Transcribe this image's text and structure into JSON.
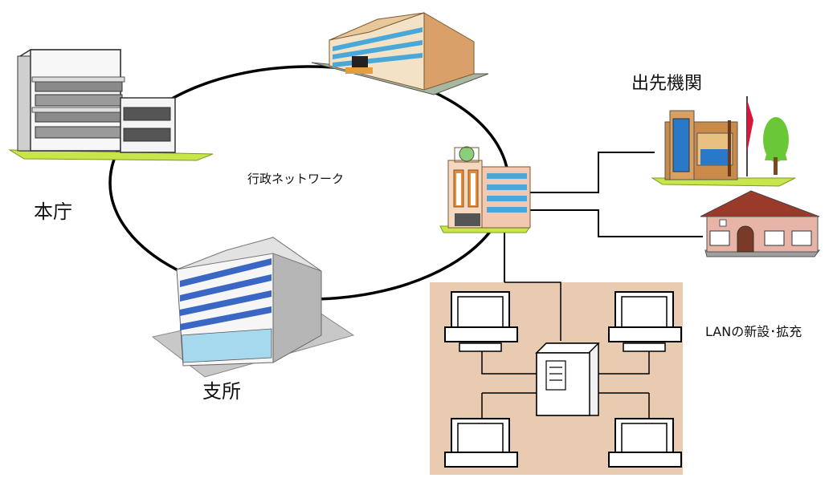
{
  "labels": {
    "network": "行政ネットワーク",
    "main_office": "本庁",
    "branch_office": "支所",
    "field_offices": "出先機関",
    "lan": "LANの新設･拡充"
  },
  "colors": {
    "lan_area": "#e8cbb0",
    "ground": "#c8e64a",
    "ring": "#000000"
  }
}
